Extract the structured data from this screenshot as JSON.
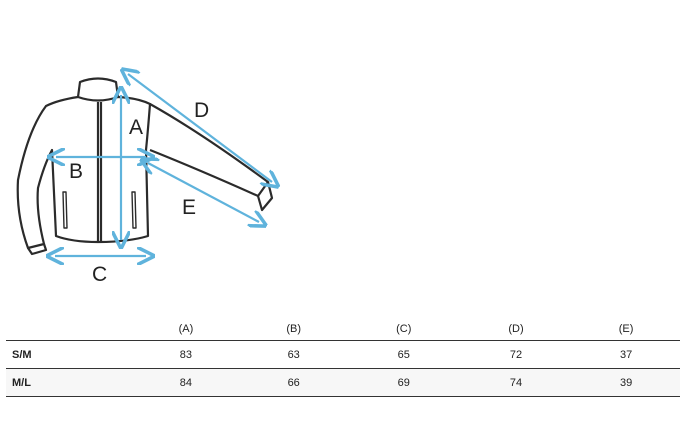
{
  "diagram": {
    "labels": {
      "a": "A",
      "b": "B",
      "c": "C",
      "d": "D",
      "e": "E"
    },
    "colors": {
      "outline": "#2b2b2b",
      "arrow": "#5fb3dc"
    }
  },
  "table": {
    "columns": [
      "(A)",
      "(B)",
      "(C)",
      "(D)",
      "(E)"
    ],
    "rows": [
      {
        "label": "S/M",
        "values": [
          "83",
          "63",
          "65",
          "72",
          "37"
        ]
      },
      {
        "label": "M/L",
        "values": [
          "84",
          "66",
          "69",
          "74",
          "39"
        ]
      }
    ]
  }
}
